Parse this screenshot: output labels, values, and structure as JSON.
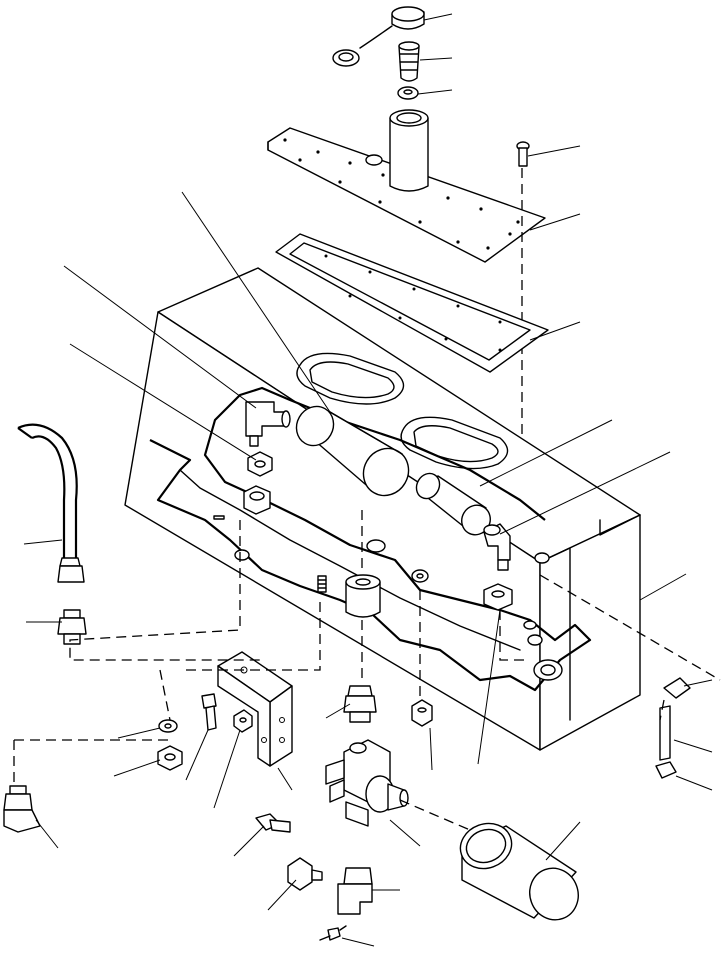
{
  "figure": {
    "type": "exploded-parts-diagram",
    "labels_printed": false,
    "line_color": "#000000",
    "background": "#ffffff"
  },
  "parts": [
    "breather-cap",
    "filter-screen",
    "washer",
    "filler-neck",
    "bolt",
    "cover-plate",
    "gasket",
    "hydraulic-tank",
    "filter-element-left",
    "filter-element-right",
    "elbow-fitting",
    "nut",
    "hose",
    "adapter-fitting",
    "mounting-bracket",
    "filter-head",
    "spin-on-filter",
    "sight-gauge-tube",
    "drain-valve"
  ]
}
